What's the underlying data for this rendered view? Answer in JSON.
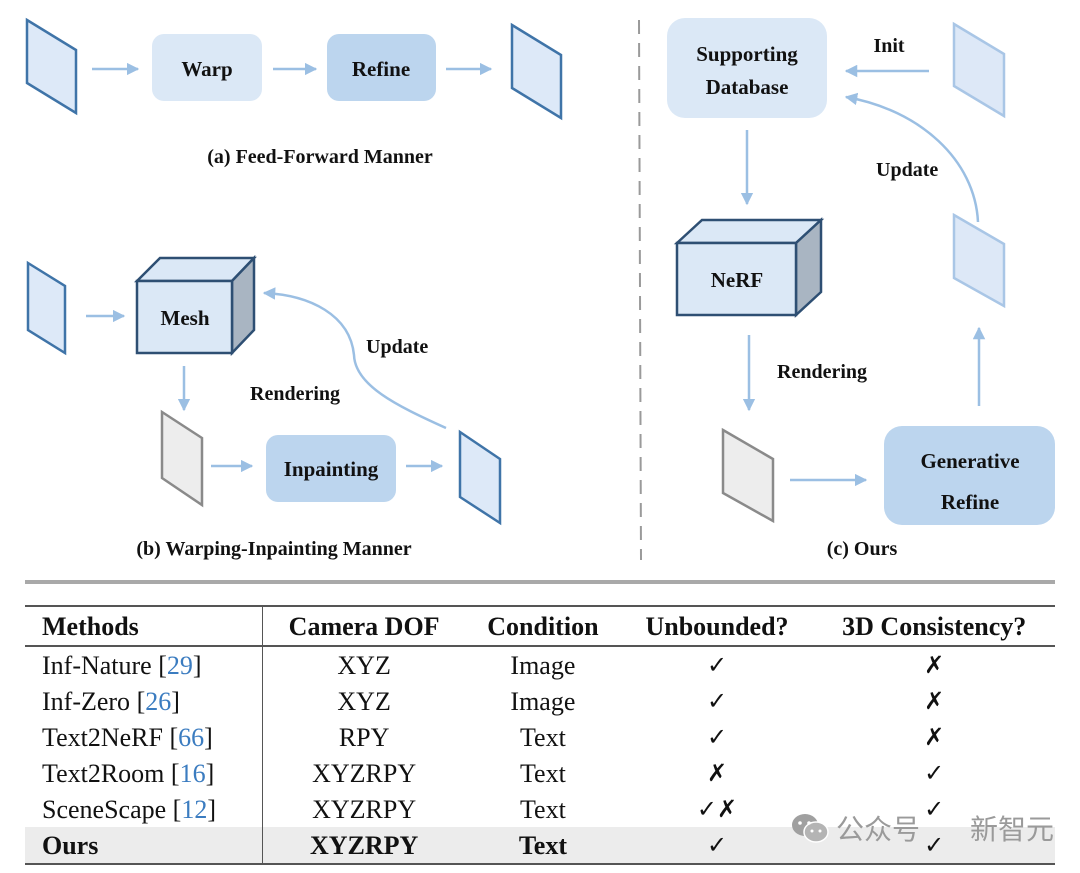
{
  "figure": {
    "panel_a": {
      "caption": "(a) Feed-Forward Manner",
      "boxes": [
        "Warp",
        "Refine"
      ]
    },
    "panel_b": {
      "caption": "(b) Warping-Inpainting Manner",
      "cube_label": "Mesh",
      "box_label": "Inpainting",
      "edge_labels": {
        "rendering": "Rendering",
        "update": "Update"
      }
    },
    "panel_c": {
      "caption": "(c) Ours",
      "database_label": [
        "Supporting",
        "Database"
      ],
      "cube_label": "NeRF",
      "box_label": [
        "Generative",
        "Refine"
      ],
      "edge_labels": {
        "init": "Init",
        "update": "Update",
        "rendering": "Rendering"
      }
    },
    "colors": {
      "frame_fill": "#dde9f8",
      "frame_stroke": "#3f74a8",
      "frame_light_fill": "#dde8f7",
      "frame_light_stroke": "#a9c6e6",
      "gray_frame_fill": "#ededed",
      "gray_frame_stroke": "#8a8a8a",
      "box_light": "#dbe8f6",
      "box_mid": "#bcd5ee",
      "arrow": "#9bbfe3",
      "cube_front": "#dbe8f6",
      "cube_side": "#a9b5c2",
      "cube_stroke": "#2e4f73",
      "divider": "#9a9a9a"
    }
  },
  "table": {
    "headers": [
      "Methods",
      "Camera DOF",
      "Condition",
      "Unbounded?",
      "3D Consistency?"
    ],
    "rows": [
      {
        "method": "Inf-Nature",
        "ref": "29",
        "dof": "XYZ",
        "condition": "Image",
        "unbounded": "✓",
        "consistency": "✗"
      },
      {
        "method": "Inf-Zero",
        "ref": "26",
        "dof": "XYZ",
        "condition": "Image",
        "unbounded": "✓",
        "consistency": "✗"
      },
      {
        "method": "Text2NeRF",
        "ref": "66",
        "dof": "RPY",
        "condition": "Text",
        "unbounded": "✓",
        "consistency": "✗"
      },
      {
        "method": "Text2Room",
        "ref": "16",
        "dof": "XYZRPY",
        "condition": "Text",
        "unbounded": "✗",
        "consistency": "✓"
      },
      {
        "method": "SceneScape",
        "ref": "12",
        "dof": "XYZRPY",
        "condition": "Text",
        "unbounded": "✓✗",
        "consistency": "✓"
      },
      {
        "method": "Ours",
        "ref": "",
        "dof": "XYZRPY",
        "condition": "Text",
        "unbounded": "✓",
        "consistency": "✓"
      }
    ]
  },
  "watermark": {
    "icon": "wechat-icon",
    "left_text": "公众号",
    "right_text": "新智元"
  }
}
